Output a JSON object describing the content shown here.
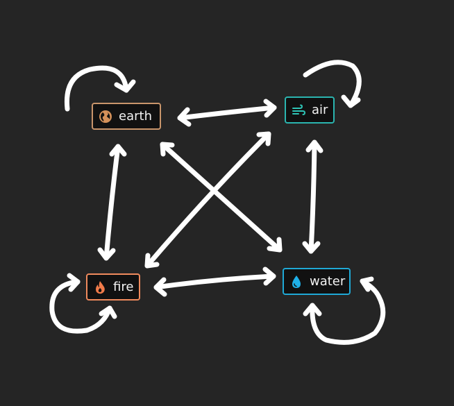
{
  "diagram": {
    "background": "#252525",
    "arrow_color": "#ffffff",
    "nodes": {
      "earth": {
        "label": "earth",
        "icon": "globe-icon",
        "border_color": "#c9956b",
        "icon_color": "#d4915a"
      },
      "air": {
        "label": "air",
        "icon": "wind-icon",
        "border_color": "#2bb5b0",
        "icon_color": "#2ec4b6"
      },
      "fire": {
        "label": "fire",
        "icon": "flame-icon",
        "border_color": "#f08a5d",
        "icon_color": "#f07b4a"
      },
      "water": {
        "label": "water",
        "icon": "droplet-icon",
        "border_color": "#1fa9d6",
        "icon_color": "#1fb0e8"
      }
    },
    "connections": [
      {
        "from": "earth",
        "to": "air",
        "bidirectional": true
      },
      {
        "from": "earth",
        "to": "fire",
        "bidirectional": true
      },
      {
        "from": "earth",
        "to": "water",
        "bidirectional": true
      },
      {
        "from": "air",
        "to": "fire",
        "bidirectional": true
      },
      {
        "from": "air",
        "to": "water",
        "bidirectional": true
      },
      {
        "from": "fire",
        "to": "water",
        "bidirectional": true
      },
      {
        "from": "earth",
        "to": "earth",
        "self_loop": true
      },
      {
        "from": "air",
        "to": "air",
        "self_loop": true
      },
      {
        "from": "fire",
        "to": "fire",
        "self_loop": true
      },
      {
        "from": "water",
        "to": "water",
        "self_loop": true
      }
    ]
  }
}
